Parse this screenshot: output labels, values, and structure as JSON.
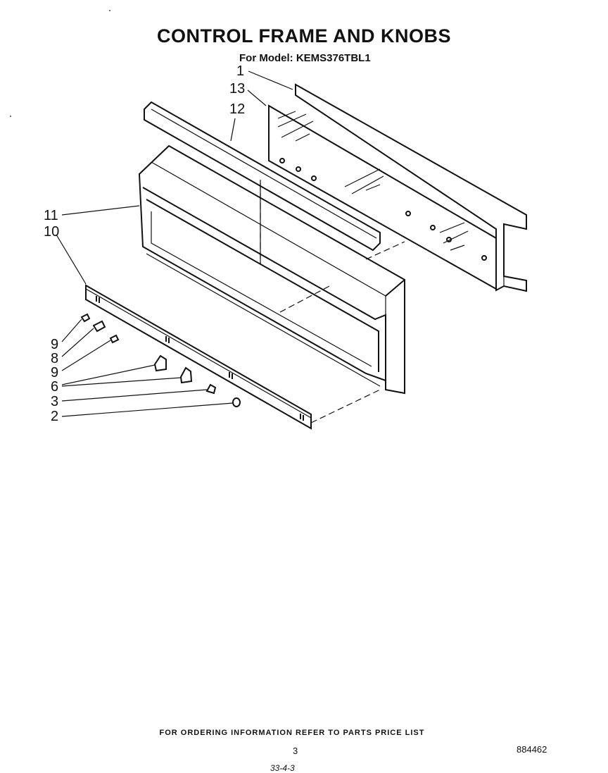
{
  "title": "CONTROL FRAME AND KNOBS",
  "subtitle": "For Model: KEMS376TBL1",
  "callouts": {
    "c1": "1",
    "c13": "13",
    "c12": "12",
    "c11": "11",
    "c10": "10",
    "c9a": "9",
    "c8": "8",
    "c9b": "9",
    "c6": "6",
    "c3": "3",
    "c2": "2"
  },
  "footer": {
    "note": "FOR ORDERING INFORMATION REFER TO PARTS PRICE LIST",
    "page_number": "3",
    "doc_number": "884462",
    "code": "33-4-3"
  }
}
